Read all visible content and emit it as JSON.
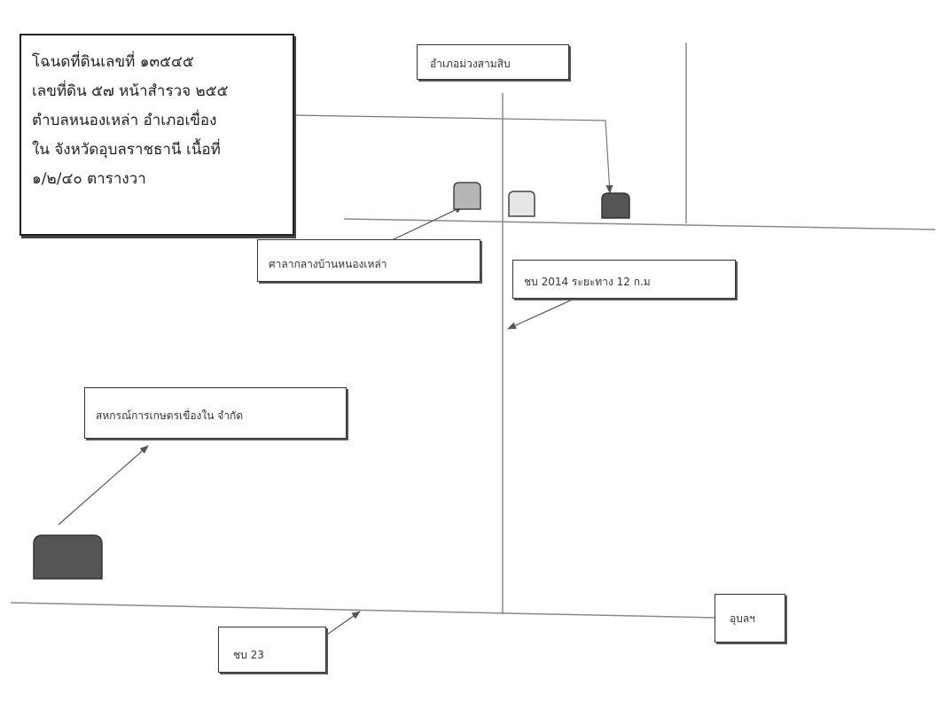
{
  "deed": {
    "lines": [
      "โฉนดที่ดินเลขที่ ๑๓๕๔๕",
      "เลขที่ดิน ๕๗ หน้าสำรวจ ๒๕๕",
      "ตำบลหนองเหล่า อำเภอเขื่อง",
      "ใน จังหวัดอุบลราชธานี  เนื้อที่",
      "๑/๒/๔๐ ตารางวา"
    ]
  },
  "labels": {
    "district": "อำเภอม่วงสามสิบ",
    "sala": "ศาลากลางบ้านหนองเหล่า",
    "road_2014": "ชบ 2014 ระยะทาง 12 ก.ม",
    "coop": "สหกรณ์การเกษตรเขื่องใน จำกัด",
    "ubon": "อุบลฯ",
    "road_23": "ชบ 23"
  },
  "colors": {
    "line": "#8a8a8a",
    "arrow": "#555555",
    "target_plot": "#555555",
    "sala_building": "#b5b5b5",
    "white_building": "#e6e6e6",
    "coop_building": "#555555"
  }
}
